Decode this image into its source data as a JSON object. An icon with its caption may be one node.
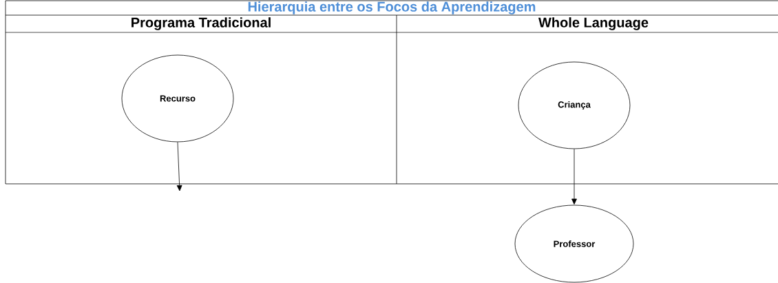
{
  "diagram": {
    "title": "Hierarquia entre os Focos da Aprendizagem",
    "nodes": [
      {
        "text": [
          "Recurso"
        ]
      },
      {
        "text": [
          "Criança"
        ]
      },
      {
        "text": [
          "Professor"
        ]
      }
    ],
    "edges": [
      {
        "from": 0,
        "to": null,
        "arrow": "to"
      },
      {
        "from": 1,
        "to": 2,
        "arrow": "to"
      }
    ],
    "labels": [
      "Programa Tradicional",
      "Whole Language"
    ]
  }
}
